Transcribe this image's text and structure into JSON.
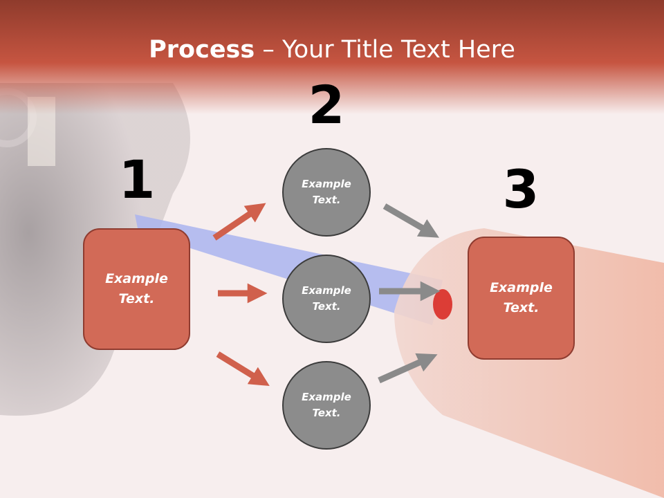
{
  "title": {
    "bold": "Process",
    "rest": " – Your Title Text Here"
  },
  "steps": {
    "one": "1",
    "two": "2",
    "three": "3"
  },
  "boxes": {
    "left": {
      "line1": "Example",
      "line2": "Text."
    },
    "right": {
      "line1": "Example",
      "line2": "Text."
    }
  },
  "circles": [
    {
      "line1": "Example",
      "line2": "Text."
    },
    {
      "line1": "Example",
      "line2": "Text."
    },
    {
      "line1": "Example",
      "line2": "Text."
    }
  ],
  "colors": {
    "header": "#c65541",
    "box": "#d26a57",
    "circle": "#8c8c8c",
    "arrow_red": "#d0604c",
    "arrow_gray": "#8a8a8a"
  }
}
